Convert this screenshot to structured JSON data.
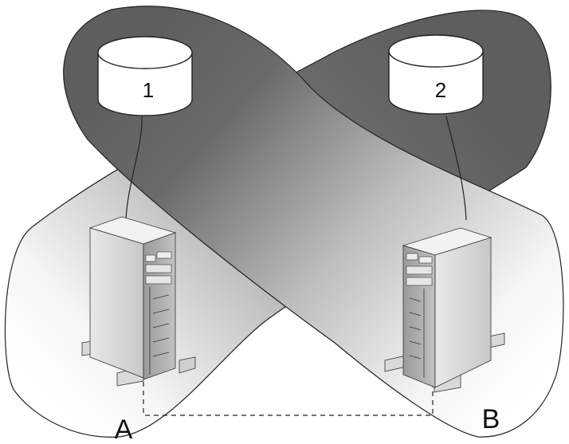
{
  "disks": [
    {
      "id": "disk-1",
      "label": "1"
    },
    {
      "id": "disk-2",
      "label": "2"
    }
  ],
  "nodes": [
    {
      "id": "server-a",
      "label": "A"
    },
    {
      "id": "server-b",
      "label": "B"
    }
  ],
  "colors": {
    "lobe_dark": "#5e5e5e",
    "lobe_light": "#ffffff",
    "outline": "#222222",
    "server_front": "#a9a9a9",
    "server_side": "#d7d7d7",
    "server_top": "#f2f2f2",
    "interconnect": "#222222"
  }
}
